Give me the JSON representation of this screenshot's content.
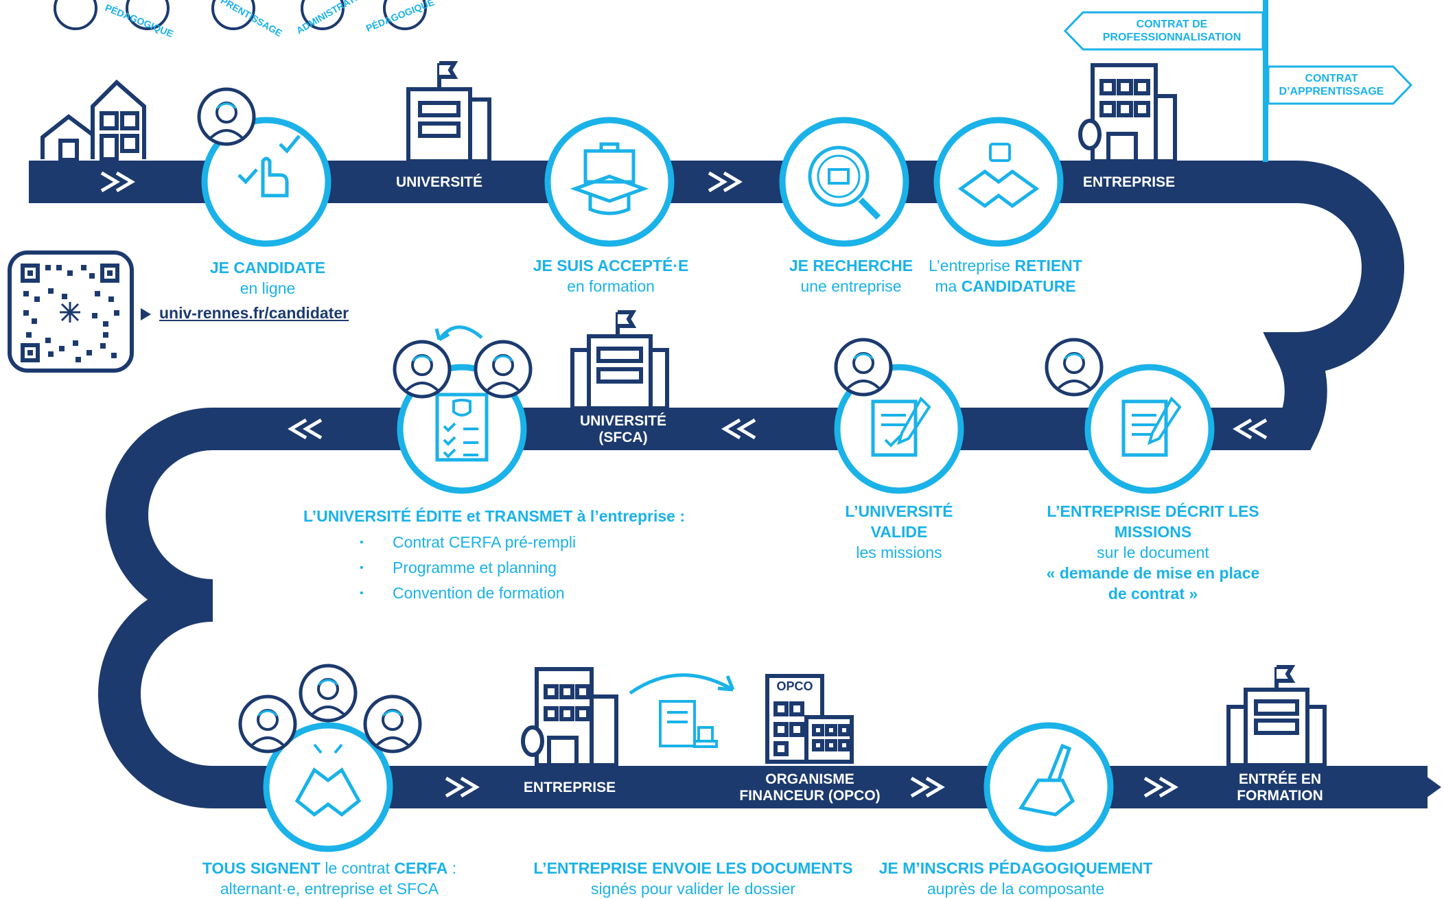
{
  "road_labels": {
    "universite": "UNIVERSITÉ",
    "entreprise": "ENTREPRISE",
    "universite_sfca_1": "UNIVERSITÉ",
    "universite_sfca_2": "(SFCA)",
    "entreprise_2": "ENTREPRISE",
    "opco_1": "ORGANISME",
    "opco_2": "FINANCEUR (OPCO)",
    "entree_1": "ENTRÉE EN",
    "entree_2": "FORMATION",
    "opco_sign": "OPCO"
  },
  "signpost": {
    "left_1": "CONTRAT DE",
    "left_2": "PROFESSIONNALISATION",
    "right_1": "CONTRAT",
    "right_2": "D’APPRENTISSAGE"
  },
  "top_badges": [
    "PÉDAGOGIQUE",
    "D’APPRENTISSAGE",
    "ADMINISTRATIVE",
    "PÉDAGOGIQUE"
  ],
  "steps": {
    "candidate": {
      "bold": "JE CANDIDATE",
      "normal": "en ligne"
    },
    "link": "univ-rennes.fr/candidater",
    "accepte": {
      "bold": "JE SUIS ACCEPTÉ·E",
      "normal": "en formation"
    },
    "recherche": {
      "bold": "JE RECHERCHE",
      "normal": "une entreprise"
    },
    "retient": {
      "a": "L’entreprise ",
      "b": "RETIENT",
      "c": "ma ",
      "d": "CANDIDATURE"
    },
    "decrit": {
      "bold": "L’ENTREPRISE DÉCRIT LES MISSIONS",
      "normal": "sur le document",
      "bold2": "« demande de mise en place",
      "bold3": "de contrat »"
    },
    "valide": {
      "bold1": "L’UNIVERSITÉ",
      "bold2": "VALIDE",
      "normal": "les missions"
    },
    "edite": {
      "a": "L’UNIVERSITÉ ÉDITE",
      "b": " et ",
      "c": "TRANSMET",
      "d": " à l’entreprise :"
    },
    "documents": [
      "Contrat CERFA pré-rempli",
      "Programme et planning",
      "Convention de formation"
    ],
    "signent": {
      "a": "TOUS SIGNENT",
      "b": " le contrat ",
      "c": "CERFA",
      "d": " :",
      "line2": "alternant·e, entreprise et SFCA"
    },
    "envoie": {
      "bold": "L’ENTREPRISE ENVOIE LES DOCUMENTS",
      "normal": "signés pour valider le dossier"
    },
    "inscris": {
      "bold": "JE M’INSCRIS PÉDAGOGIQUEMENT",
      "normal": "auprès de la composante"
    }
  },
  "colors": {
    "road": "#1c3a6e",
    "accent": "#1ab2e8",
    "white": "#ffffff"
  }
}
